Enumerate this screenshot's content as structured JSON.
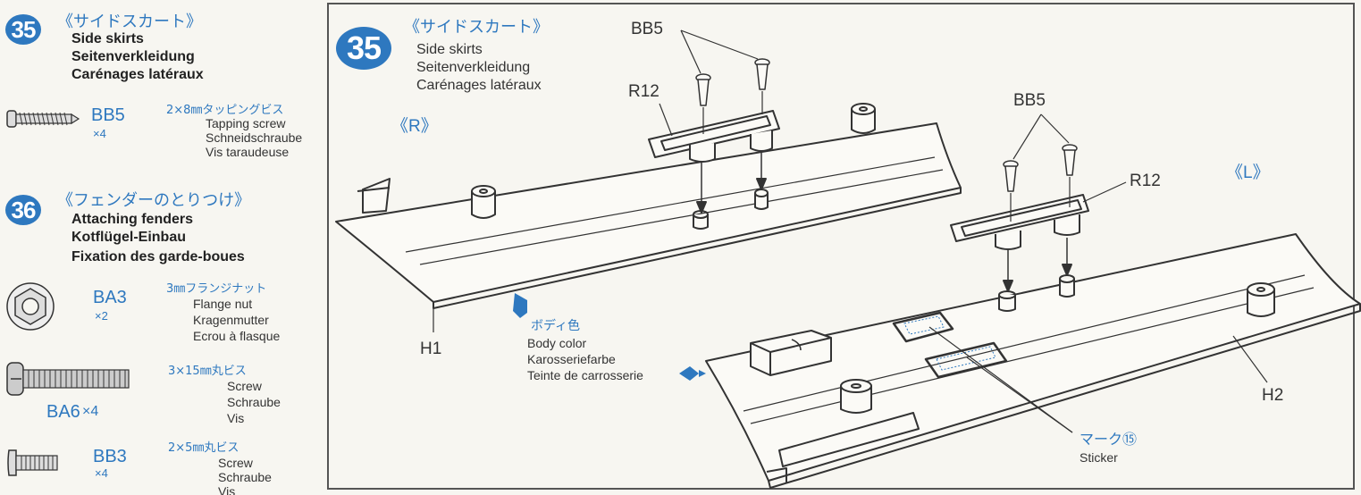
{
  "left_panel": {
    "step35": {
      "number": "35",
      "title_jp": "《サイドスカート》",
      "title_en": "Side skirts",
      "title_de": "Seitenverkleidung",
      "title_fr": "Carénages latéraux",
      "parts": [
        {
          "code": "BB5",
          "qty": "×4",
          "name_jp": "2×8㎜タッピングビス",
          "name_en": "Tapping screw",
          "name_de": "Schneidschraube",
          "name_fr": "Vis taraudeuse"
        }
      ]
    },
    "step36": {
      "number": "36",
      "title_jp": "《フェンダーのとりつけ》",
      "title_en": "Attaching fenders",
      "title_de": "Kotflügel-Einbau",
      "title_fr": "Fixation des garde-boues",
      "parts": [
        {
          "code": "BA3",
          "qty": "×2",
          "name_jp": "3㎜フランジナット",
          "name_en": "Flange nut",
          "name_de": "Kragenmutter",
          "name_fr": "Ecrou à flasque"
        },
        {
          "code": "BA6",
          "qty": "×4",
          "name_jp": "3×15㎜丸ビス",
          "name_en": "Screw",
          "name_de": "Schraube",
          "name_fr": "Vis"
        },
        {
          "code": "BB3",
          "qty": "×4",
          "name_jp": "2×5㎜丸ビス",
          "name_en": "Screw",
          "name_de": "Schraube",
          "name_fr": "Vis"
        }
      ]
    }
  },
  "main_diagram": {
    "step": {
      "number": "35",
      "title_jp": "《サイドスカート》",
      "title_en": "Side skirts",
      "title_de": "Seitenverkleidung",
      "title_fr": "Carénages latéraux"
    },
    "labels": {
      "right_side": "《R》",
      "left_side": "《L》",
      "bb5_top": "BB5",
      "r12_top": "R12",
      "bb5_right": "BB5",
      "r12_right": "R12",
      "h1": "H1",
      "h2": "H2"
    },
    "paint_note": {
      "jp": "ボディ色",
      "en": "Body color",
      "de": "Karosseriefarbe",
      "fr": "Teinte de carrosserie"
    },
    "sticker_note": {
      "jp": "マーク⑮",
      "en": "Sticker"
    }
  },
  "colors": {
    "accent_blue": "#2e78bf",
    "line": "#333333",
    "paper": "#f7f6f1"
  }
}
